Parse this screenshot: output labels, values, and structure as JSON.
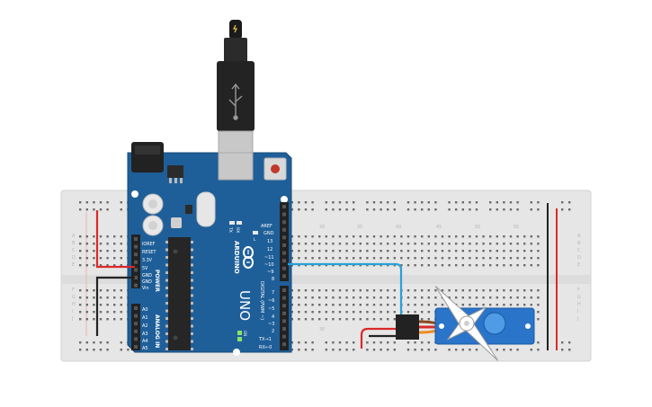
{
  "breadboard": {
    "row_letters_top": [
      "A",
      "B",
      "C",
      "D",
      "E"
    ],
    "row_letters_bottom": [
      "F",
      "G",
      "H",
      "I",
      "J"
    ],
    "column_numbers": [
      "30",
      "35",
      "40",
      "45",
      "50",
      "55"
    ]
  },
  "arduino": {
    "brand": "ARDUINO",
    "model": "UNO",
    "power_label": "POWER",
    "analog_label": "ANALOG IN",
    "digital_label": "DIGITAL (PWM ~)",
    "aref": "AREF",
    "top_pins": [
      "GND",
      "13",
      "12",
      "~11",
      "~10",
      "~9",
      "8"
    ],
    "bottom_pins": [
      "7",
      "~6",
      "~5",
      "4",
      "~3",
      "2",
      "TX→1",
      "RX←0"
    ],
    "power_pins": [
      "IOREF",
      "RESET",
      "3.3V",
      "5V",
      "GND",
      "GND",
      "Vin"
    ],
    "analog_pins": [
      "A0",
      "A1",
      "A2",
      "A3",
      "A4",
      "A5"
    ],
    "tx": "TX",
    "rx": "RX",
    "l_led": "L",
    "on_led": "ON"
  },
  "colors": {
    "board": "#1f5f99",
    "wire_red": "#d92a2a",
    "wire_black": "#222222",
    "wire_blue": "#2a9fd6",
    "servo": "#2a74c9"
  }
}
